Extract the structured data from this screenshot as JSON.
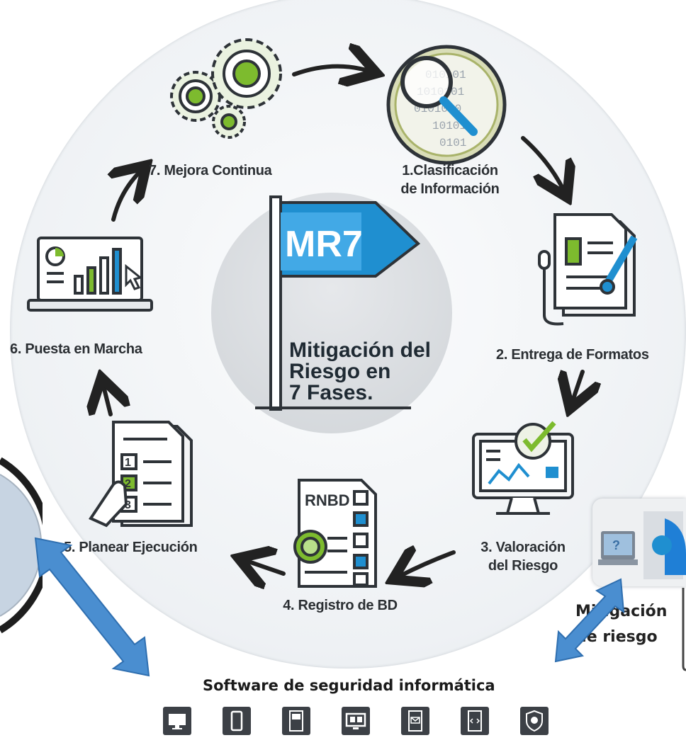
{
  "diagram": {
    "flag_label": "MR7",
    "center_text": [
      "Mitigación del",
      "Riesgo en",
      "7 Fases."
    ],
    "phases": [
      {
        "id": 1,
        "lines": [
          "1.Clasificación",
          "de Información"
        ]
      },
      {
        "id": 2,
        "lines": [
          "2. Entrega de Formatos"
        ]
      },
      {
        "id": 3,
        "lines": [
          "3. Valoración",
          "del Riesgo"
        ]
      },
      {
        "id": 4,
        "lines": [
          "4. Registro de BD"
        ]
      },
      {
        "id": 5,
        "lines": [
          "5. Planear Ejecución"
        ]
      },
      {
        "id": 6,
        "lines": [
          "6. Puesta en Marcha"
        ]
      },
      {
        "id": 7,
        "lines": [
          "7. Mejora Continua"
        ]
      }
    ],
    "registry_label": "RNBD",
    "list_numbers": [
      "1",
      "2",
      "3"
    ],
    "binary_text": [
      "010101",
      "1010101",
      "0101010",
      "10101",
      "0101"
    ]
  },
  "side_card": {
    "lines": [
      "Mitigación",
      "de riesgo"
    ]
  },
  "footer": {
    "title": "Software de seguridad informática",
    "devices": [
      "desktop-monitor",
      "smartphone",
      "tablet-doc",
      "monitor-split",
      "tablet-mail",
      "tablet-code",
      "security-badge"
    ]
  },
  "colors": {
    "accent_green": "#7dbb2e",
    "accent_blue": "#1f8fd0",
    "outline": "#2e3338",
    "arrow_blue": "#4a8ed0"
  }
}
